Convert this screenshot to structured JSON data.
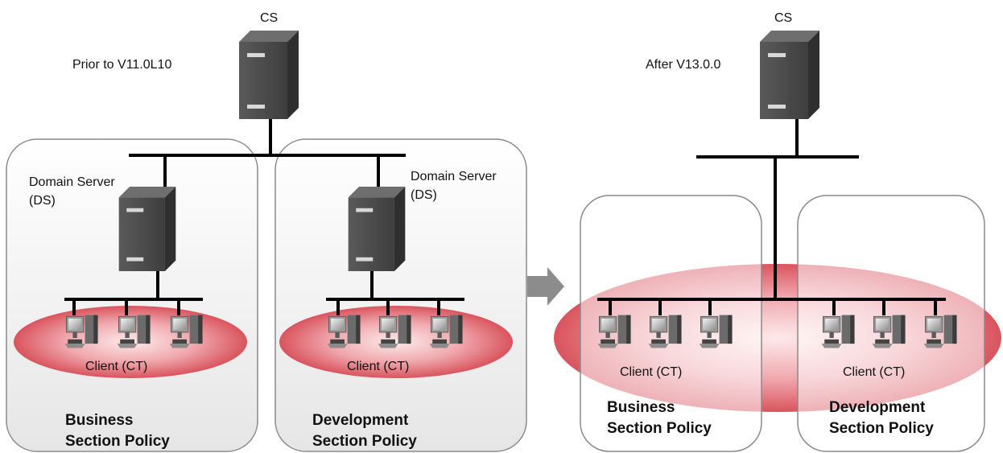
{
  "left": {
    "cs_label": "CS",
    "version_label": "Prior to V11.0L10",
    "ds1_label": [
      "Domain Server",
      "(DS)"
    ],
    "ds2_label": [
      "Domain Server",
      "(DS)"
    ],
    "client1_label": "Client (CT)",
    "client2_label": "Client (CT)",
    "policy1": [
      "Business",
      "Section Policy"
    ],
    "policy2": [
      "Development",
      "Section Policy"
    ]
  },
  "right": {
    "cs_label": "CS",
    "version_label": "After V13.0.0",
    "client1_label": "Client (CT)",
    "client2_label": "Client (CT)",
    "policy1": [
      "Business",
      "Section Policy"
    ],
    "policy2": [
      "Development",
      "Section Policy"
    ]
  },
  "arrow": "right-arrow",
  "icons": [
    "server-icon",
    "client-pc-icon"
  ],
  "colors": {
    "ellipse": "#d9545e",
    "panel_border": "#8a8a8a",
    "server": "#4a4a4a"
  }
}
